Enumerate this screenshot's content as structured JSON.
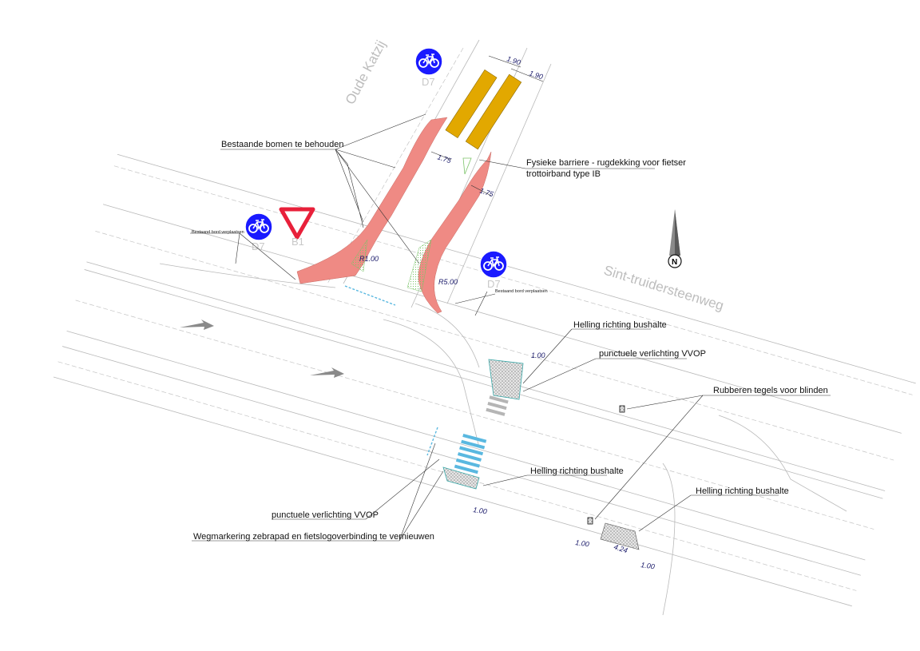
{
  "streets": {
    "oude_katzij": "Oude Katzij",
    "sint_truidersteenweg": "Sint-truidersteenweg"
  },
  "signs": [
    {
      "code": "D7",
      "type": "bicycle-path-sign",
      "color": "#1a1aff"
    },
    {
      "code": "D7",
      "type": "bicycle-path-sign",
      "color": "#1a1aff"
    },
    {
      "code": "D7",
      "type": "bicycle-path-sign",
      "color": "#1a1aff"
    },
    {
      "code": "B1",
      "type": "yield-sign",
      "color": "#e8203a"
    }
  ],
  "annotations": {
    "trees": "Bestaande bomen te behouden",
    "barrier_line1": "Fysieke barriere - rugdekking voor fietser",
    "barrier_line2": "trottoirband type IB",
    "move_sign_left": "Bestaand bord verplaatsen",
    "move_sign_right": "Bestaand bord verplaatsen",
    "slope_bus_1": "Helling richting bushalte",
    "lighting_1": "punctuele verlichting VVOP",
    "rubber_tiles": "Rubberen tegels voor blinden",
    "slope_bus_2": "Helling richting bushalte",
    "slope_bus_3": "Helling richting bushalte",
    "lighting_2": "punctuele verlichting VVOP",
    "markings": "Wegmarkering zebrapad en fietslogoverbinding te vernieuwen"
  },
  "dimensions": {
    "d1": "1.90",
    "d2": "1.90",
    "d3": "1.75",
    "d4": "1.75",
    "r1": "R1.00",
    "r2": "R5.00",
    "d5": "1.00",
    "d6": "1.00",
    "d7": "1.00",
    "d8": "4.24",
    "d9": "1.00"
  },
  "north_arrow": {
    "label": "N"
  },
  "colors": {
    "bike_path": "#ef8a84",
    "barrier_block": "#e2a800",
    "zebra_blue": "#5ab8e0",
    "sign_blue": "#1a1aff",
    "yield_red": "#e8203a"
  }
}
